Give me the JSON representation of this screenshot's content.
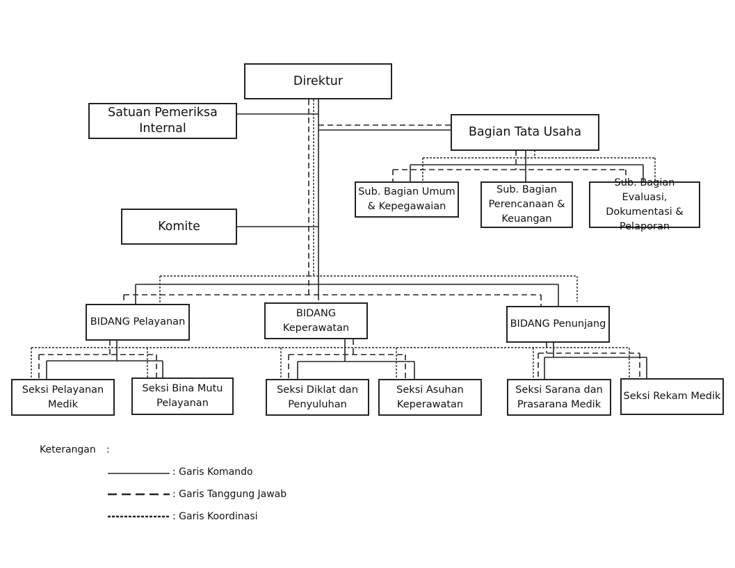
{
  "org": {
    "direktur": "Direktur",
    "spi": "Satuan Pemeriksa\nInternal",
    "komite": "Komite",
    "tata_usaha": "Bagian Tata Usaha",
    "sub_umum": "Sub. Bagian Umum\n& Kepegawaian",
    "sub_perencanaan": "Sub. Bagian\nPerencanaan &\nKeuangan",
    "sub_evaluasi": "Sub. Bagian Evaluasi,\nDokumentasi &\nPelaporan",
    "bidang_pelayanan": "BIDANG Pelayanan",
    "bidang_keperawatan": "BIDANG\nKeperawatan",
    "bidang_penunjang": "BIDANG Penunjang",
    "seksi_pelayanan_medik": "Seksi Pelayanan\nMedik",
    "seksi_bina_mutu": "Seksi Bina Mutu\nPelayanan",
    "seksi_diklat": "Seksi Diklat dan\nPenyuluhan",
    "seksi_asuhan": "Seksi Asuhan\nKeperawatan",
    "seksi_sarana": "Seksi Sarana dan\nPrasarana Medik",
    "seksi_rekam_medik": "Seksi Rekam Medik"
  },
  "legend": {
    "title": "Keterangan",
    "colon": ":",
    "komando": ": Garis Komando",
    "tanggung_jawab": ": Garis Tanggung Jawab",
    "koordinasi": ": Garis Koordinasi"
  }
}
